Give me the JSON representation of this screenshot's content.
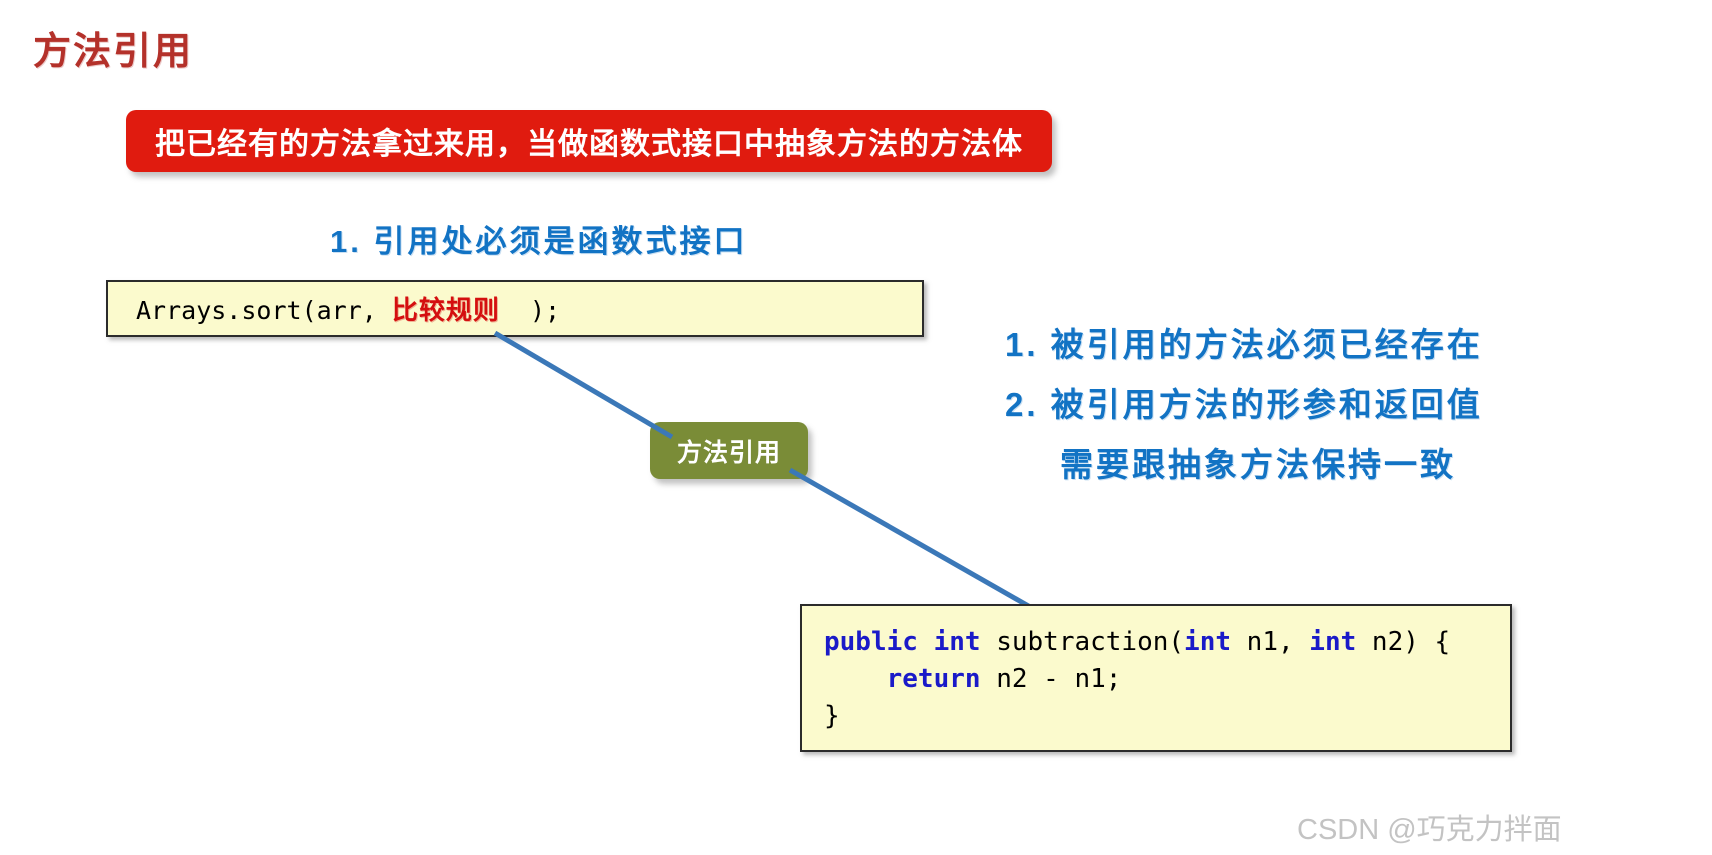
{
  "slide": {
    "title": "方法引用",
    "banner": "把已经有的方法拿过来用，当做函数式接口中抽象方法的方法体",
    "accent_red": "#e01b0f",
    "title_red": "#b4312a",
    "note_blue": "#1273c4",
    "tag_green": "#7a8c37",
    "code_bg": "#fbfacd",
    "keyword_blue": "#1a1ac8"
  },
  "notes": {
    "top": "1. 引用处必须是函数式接口",
    "right": [
      "1. 被引用的方法必须已经存在",
      "2. 被引用方法的形参和返回值",
      "需要跟抽象方法保持一致"
    ]
  },
  "code_top": {
    "prefix": "Arrays.sort(arr, ",
    "emphasis": "比较规则",
    "suffix": "  );"
  },
  "code_bottom": {
    "line1": {
      "kw1": "public",
      "kw2": "int",
      "mid": " subtraction(",
      "kw3": "int",
      "arg1": " n1, ",
      "kw4": "int",
      "arg2": " n2) {"
    },
    "line2": {
      "kw": "return",
      "expr": " n2 - n1;"
    },
    "line3": "}"
  },
  "tag": {
    "label": "方法引用"
  },
  "watermark": "CSDN @巧克力拌面"
}
